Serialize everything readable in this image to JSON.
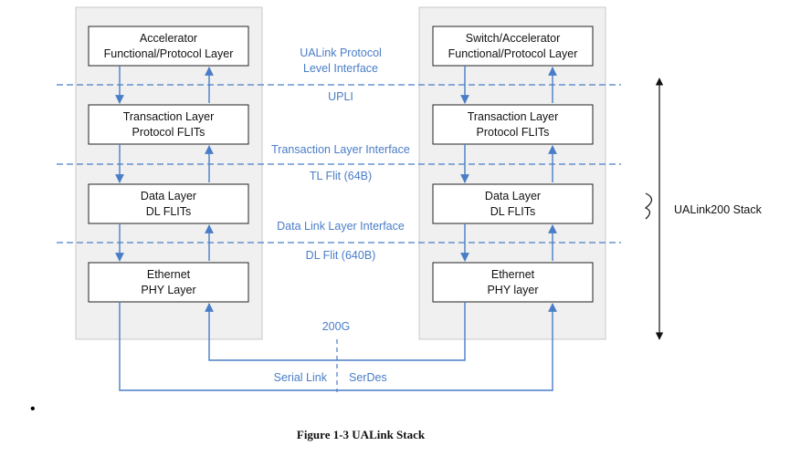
{
  "left_stack": {
    "boxes": [
      [
        "Accelerator",
        "Functional/Protocol Layer"
      ],
      [
        "Transaction Layer",
        "Protocol FLITs"
      ],
      [
        "Data Layer",
        "DL FLITs"
      ],
      [
        "Ethernet",
        "PHY Layer"
      ]
    ]
  },
  "right_stack": {
    "boxes": [
      [
        "Switch/Accelerator",
        "Functional/Protocol Layer"
      ],
      [
        "Transaction Layer",
        "Protocol FLITs"
      ],
      [
        "Data Layer",
        "DL FLITs"
      ],
      [
        "Ethernet",
        "PHY layer"
      ]
    ]
  },
  "interfaces": {
    "protocol_level": [
      "UALink Protocol",
      "Level Interface"
    ],
    "upli": "UPLI",
    "transaction_layer": "Transaction Layer Interface",
    "tl_flit": "TL Flit (64B)",
    "data_link_layer": "Data Link Layer Interface",
    "dl_flit": "DL Flit (640B)"
  },
  "link": {
    "speed": "200G",
    "serial_link": "Serial Link",
    "serdes": "SerDes"
  },
  "stack_label": "UALink200 Stack",
  "caption": "Figure 1-3 UALink Stack",
  "bullet": "•",
  "colors": {
    "accent": "#4a7dc7",
    "panel": "#f0f0f0",
    "text": "#111111"
  }
}
